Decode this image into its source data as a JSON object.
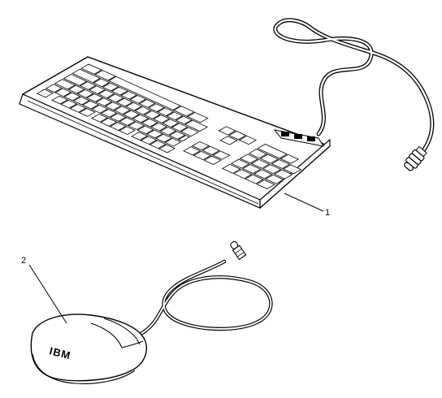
{
  "callouts": {
    "keyboard": "1",
    "mouse": "2"
  },
  "parts": {
    "keyboard": "keyboard",
    "mouse": "mouse"
  },
  "mouse": {
    "logo": "IBM"
  },
  "colors": {
    "line": "#000000",
    "fill": "#ffffff"
  }
}
